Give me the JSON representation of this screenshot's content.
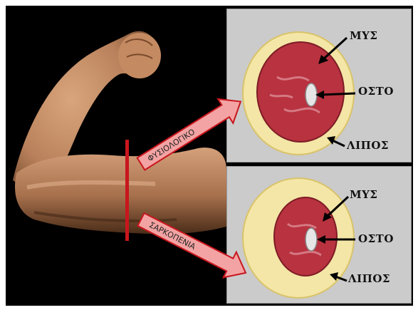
{
  "arrows": {
    "normal": "ΦΥΣΙΟΛΟΓΙΚΟ",
    "sarcopenia": "ΣΑΡΚΟΠΕΝΙΑ"
  },
  "top_panel": {
    "muscle": "ΜΥΣ",
    "bone": "ΟΣΤΟ",
    "fat": "ΛΙΠΟΣ"
  },
  "bottom_panel": {
    "muscle": "ΜΥΣ",
    "bone": "ΟΣΤΟ",
    "fat": "ΛΙΠΟΣ"
  },
  "colors": {
    "fat": "#f3e6a6",
    "muscle": "#b8323f",
    "arrow": "#f3a3a3",
    "marker": "#c8161d"
  }
}
